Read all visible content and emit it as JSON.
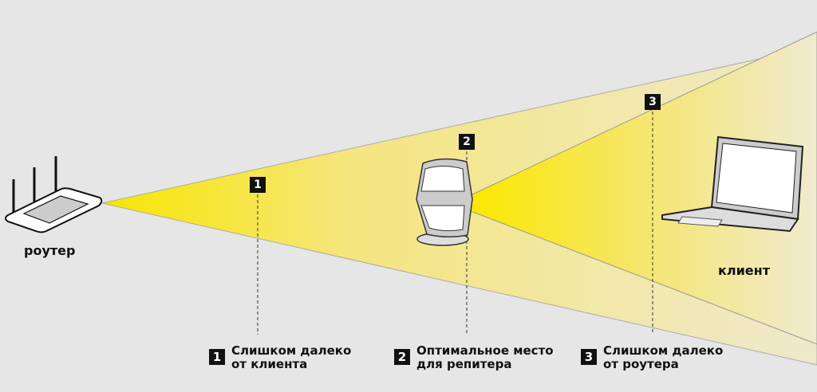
{
  "labels": {
    "router": "роутер",
    "client": "клиент"
  },
  "markers": [
    "1",
    "2",
    "3"
  ],
  "captions": [
    {
      "num": "1",
      "line1": "Слишком далеко",
      "line2": "от клиента"
    },
    {
      "num": "2",
      "line1": "Оптимальное место",
      "line2": "для репитера"
    },
    {
      "num": "3",
      "line1": "Слишком далеко",
      "line2": "от роутера"
    }
  ],
  "colors": {
    "beam": "#f7e600",
    "background": "#e6e6e6"
  }
}
